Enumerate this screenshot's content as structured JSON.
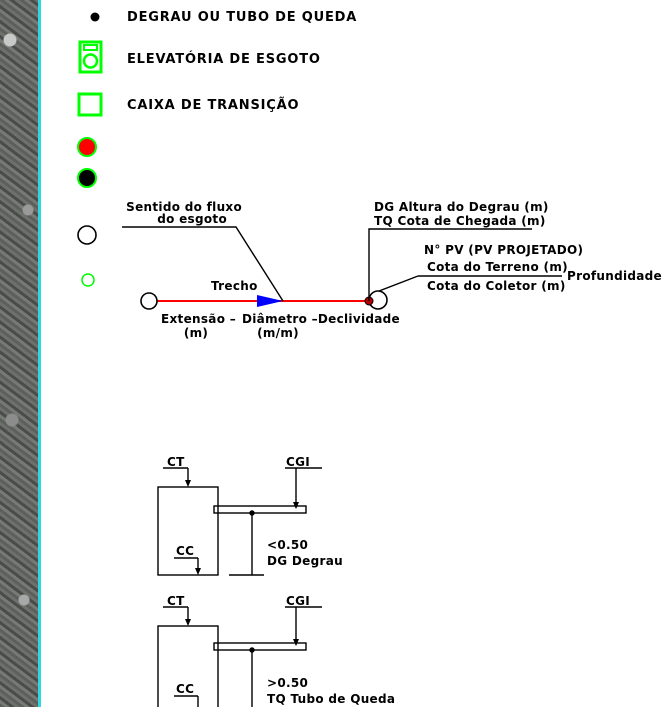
{
  "legend": {
    "items": [
      {
        "label": "DEGRAU OU TUBO DE QUEDA"
      },
      {
        "label": "ELEVATÓRIA DE ESGOTO"
      },
      {
        "label": "CAIXA DE TRANSIÇÃO"
      }
    ]
  },
  "flow_diagram": {
    "flow_label_1": "Sentido do fluxo",
    "flow_label_2": "do esgoto",
    "segment_label": "Trecho",
    "length_label_1": "Extensão –",
    "length_label_2": "(m)",
    "diameter_label_1": "Diâmetro –Declividade",
    "diameter_label_2": "(m/m)",
    "drop_line_1": "DG Altura do Degrau (m)",
    "drop_line_2": "TQ Cota de Chegada (m)",
    "pv_number": "N° PV (PV PROJETADO)",
    "ground_elevation": "Cota do Terreno (m)",
    "depth_label": "Profundidade (m)",
    "collector_elevation": "Cota do Coletor (m)"
  },
  "detail_degrau": {
    "ct_label": "CT",
    "cgi_label": "CGI",
    "cc_label": "CC",
    "threshold": "<0.50",
    "caption": "DG Degrau"
  },
  "detail_tubo": {
    "ct_label": "CT",
    "cgi_label": "CGI",
    "cc_label": "CC",
    "threshold": ">0.50",
    "caption": "TQ Tubo de Queda"
  },
  "colors": {
    "pipe": "#ff0000",
    "arrow": "#0000ff",
    "green": "#00ff00",
    "red_fill": "#ff0000",
    "water_edge": "#2fd7df"
  }
}
